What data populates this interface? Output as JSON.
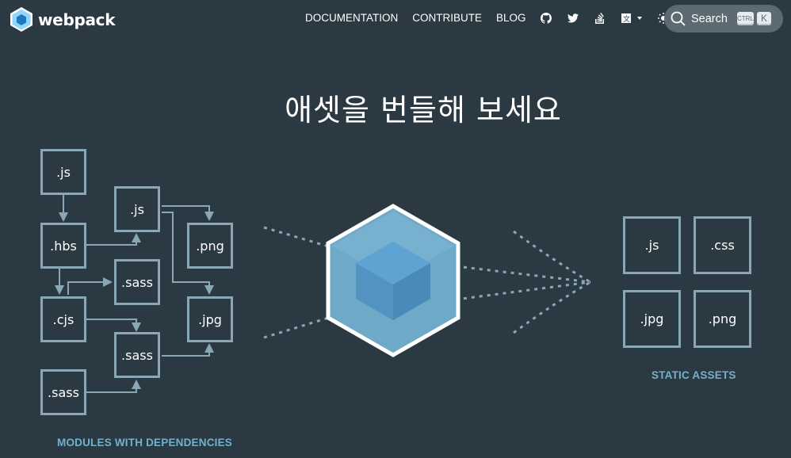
{
  "brand": {
    "name": "webpack"
  },
  "nav": {
    "items": [
      "DOCUMENTATION",
      "CONTRIBUTE",
      "BLOG"
    ],
    "icons": [
      "github-icon",
      "twitter-icon",
      "stack-overflow-icon",
      "language-icon",
      "theme-toggle-icon"
    ]
  },
  "search": {
    "label": "Search",
    "shortcut_ctrl": "CTRL",
    "shortcut_key": "K"
  },
  "hero": {
    "title": "애셋을 번들해 보세요"
  },
  "modules": {
    "caption": "MODULES WITH DEPENDENCIES",
    "items": [
      ".js",
      ".hbs",
      ".cjs",
      ".sass",
      ".js",
      ".sass",
      ".sass",
      ".png",
      ".jpg"
    ]
  },
  "assets": {
    "caption": "STATIC ASSETS",
    "items": [
      ".js",
      ".css",
      ".jpg",
      ".png"
    ]
  },
  "colors": {
    "background": "#2b3a42",
    "box_border": "#8aa7b6",
    "cube_light": "#8ed6fb",
    "cube_dark": "#1c78c0",
    "caption": "#8dd6f9"
  }
}
